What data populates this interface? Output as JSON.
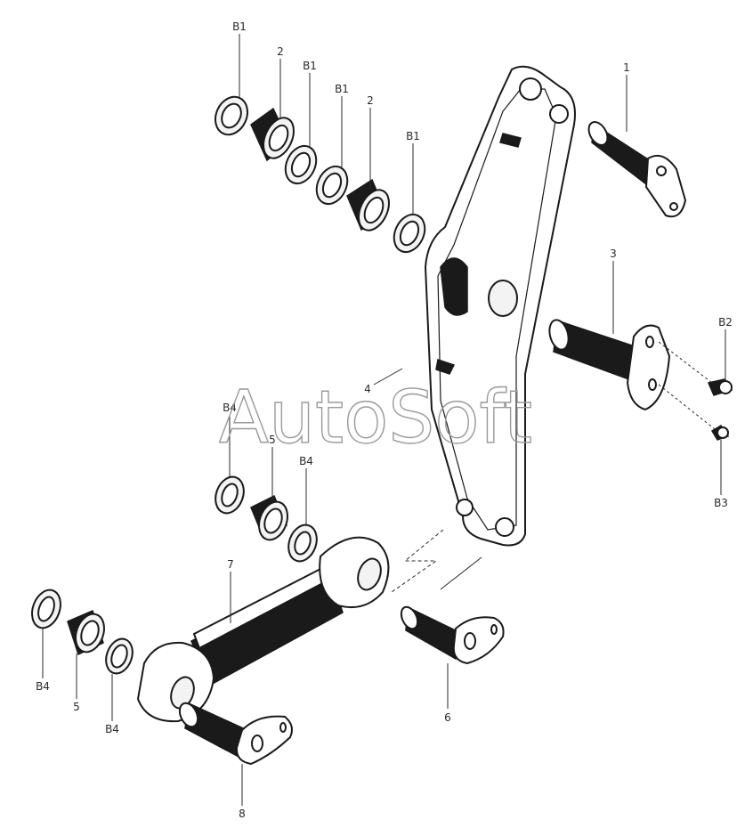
{
  "watermark": "AutoSoft",
  "callouts": {
    "b1_a": "B1",
    "p2_a": "2",
    "b1_b": "B1",
    "b1_c": "B1",
    "p2_b": "2",
    "b1_d": "B1",
    "p1": "1",
    "p3": "3",
    "b2": "B2",
    "p4": "4",
    "b3": "B3",
    "b4_a": "B4",
    "p5_a": "5",
    "b4_b": "B4",
    "p7": "7",
    "p6": "6",
    "b4_c": "B4",
    "p5_b": "5",
    "b4_d": "B4",
    "p8": "8"
  }
}
